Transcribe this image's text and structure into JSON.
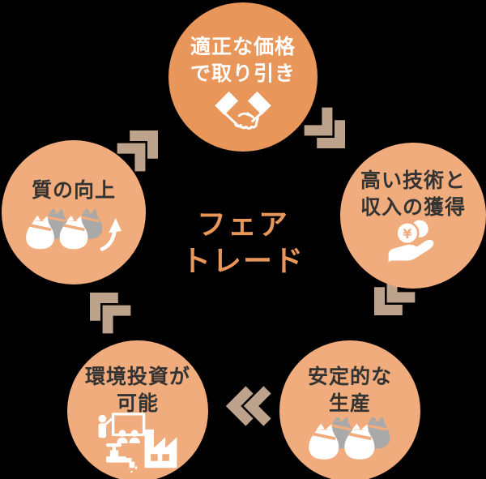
{
  "diagram_type": "cycle",
  "center": {
    "line1": "フェア",
    "line2": "トレード"
  },
  "colors": {
    "background": "#000000",
    "circle-dark": "#E8965A",
    "circle-light": "#F0AC7C",
    "arrow-tan": "#BDA28C",
    "text-dark": "#333333",
    "text-light": "#FFFFFF",
    "accent": "#E8965A",
    "bag-gray": "#A9A9A9",
    "icon-white": "#FFFFFF"
  },
  "nodes": [
    {
      "id": "fair-price",
      "position": "top",
      "line1": "適正な価格",
      "line2": "で取り引き",
      "icon": "handshake-icon"
    },
    {
      "id": "skills-income",
      "position": "right",
      "line1": "高い技術と",
      "line2": "収入の獲得",
      "icon": "coin-hand-icon",
      "coin_symbol": "¥"
    },
    {
      "id": "stable-production",
      "position": "bottom-right",
      "line1": "安定的な",
      "line2": "生産",
      "icon": "money-bags-icon"
    },
    {
      "id": "eco-investment",
      "position": "bottom-left",
      "line1": "環境投資が",
      "line2": "可能",
      "icon": "eco-investment-icon"
    },
    {
      "id": "quality-up",
      "position": "left",
      "line1": "質の向上",
      "icon": "money-bags-arrow-icon"
    }
  ],
  "arrows": [
    {
      "from": "quality-up",
      "to": "fair-price",
      "direction": "up-right"
    },
    {
      "from": "fair-price",
      "to": "skills-income",
      "direction": "down-right"
    },
    {
      "from": "skills-income",
      "to": "stable-production",
      "direction": "down-left"
    },
    {
      "from": "stable-production",
      "to": "eco-investment",
      "direction": "left"
    },
    {
      "from": "eco-investment",
      "to": "quality-up",
      "direction": "up-left"
    }
  ]
}
